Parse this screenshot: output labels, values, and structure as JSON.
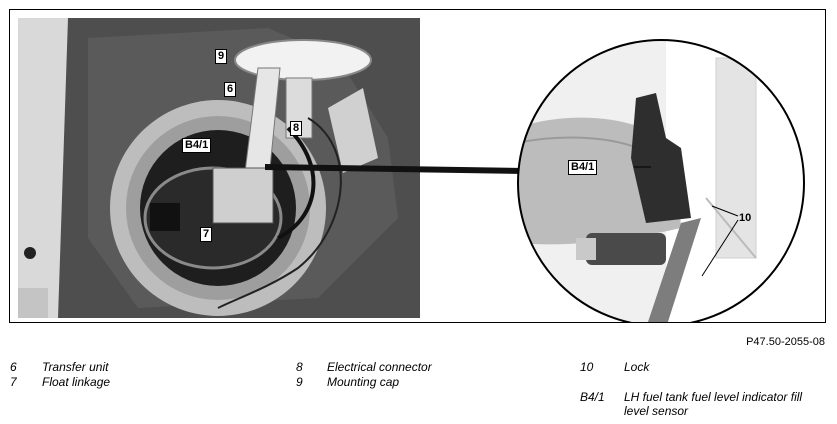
{
  "figure": {
    "code": "P47.50-2055-08",
    "callouts": {
      "c9": "9",
      "c6": "6",
      "c8": "8",
      "c7": "7",
      "cb41_main": "B4/1",
      "cb41_detail": "B4/1",
      "c10": "10"
    }
  },
  "legend": {
    "items": [
      {
        "num": "6",
        "text": "Transfer unit"
      },
      {
        "num": "7",
        "text": "Float linkage"
      },
      {
        "num": "8",
        "text": "Electrical connector"
      },
      {
        "num": "9",
        "text": "Mounting cap"
      },
      {
        "num": "10",
        "text": "Lock"
      },
      {
        "num": "B4/1",
        "text": "LH fuel tank fuel level indicator fill level sensor"
      }
    ]
  }
}
